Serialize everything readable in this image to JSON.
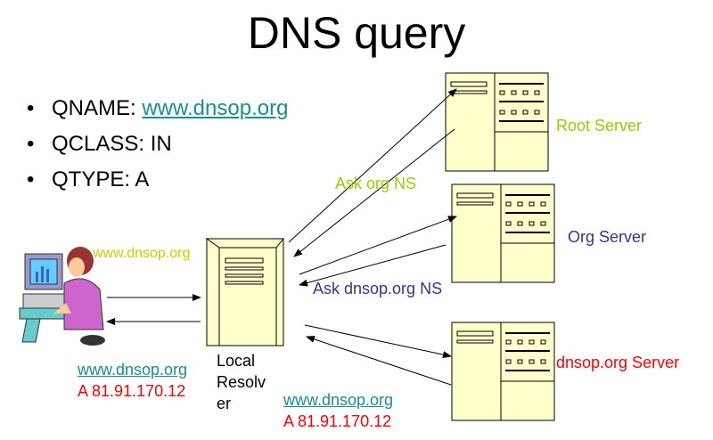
{
  "title": "DNS query",
  "bullets": [
    {
      "key": "QNAME: ",
      "value": "www.dnsop.org"
    },
    {
      "key": "QCLASS: IN",
      "value": ""
    },
    {
      "key": "QTYPE: A",
      "value": ""
    }
  ],
  "bullet_char": "•",
  "servers": {
    "root": "Root Server",
    "org": "Org Server",
    "dnsop": "dnsop.org Server"
  },
  "resolver_label": [
    "Local",
    "Resolv",
    "er"
  ],
  "arrows": {
    "ask_org": "Ask org NS",
    "ask_dnsop": "Ask dnsop.org NS",
    "query_domain": "www.dnsop.org"
  },
  "answer_left": {
    "name": "www.dnsop.org",
    "record": "A 81.91.170.12"
  },
  "answer_right": {
    "name": "www.dnsop.org",
    "record": "A 81.91.170.12"
  },
  "colors": {
    "root": "#99cc00",
    "org": "#333399",
    "dnsop": "#ff0000",
    "query": "#cccc00",
    "link": "#1a8f8f",
    "server_fill": "#ffffcc"
  }
}
